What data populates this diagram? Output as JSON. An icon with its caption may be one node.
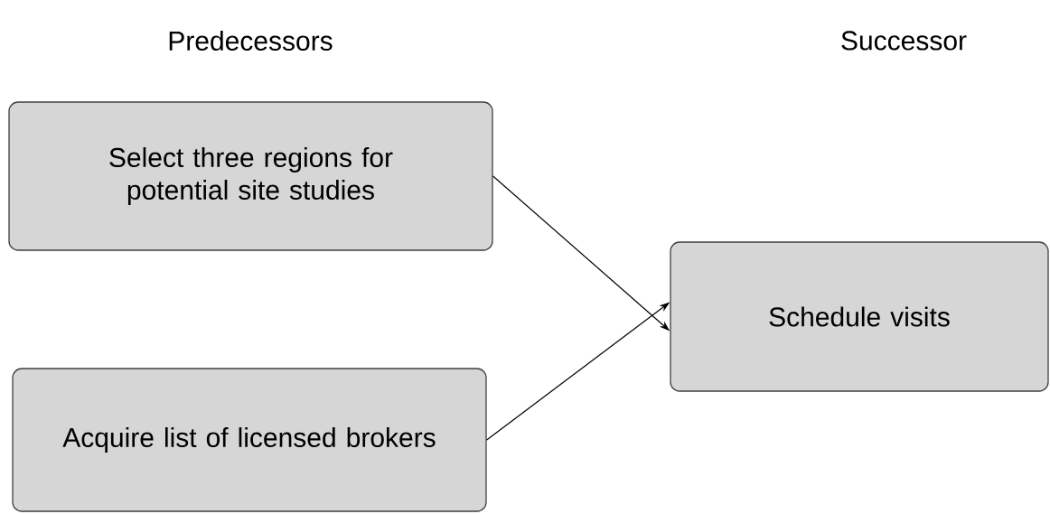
{
  "diagram": {
    "nodes": [
      {
        "text": [
          "Select three regions for potential site studies"
        ]
      },
      {
        "text": [
          "Acquire list of licensed brokers"
        ]
      },
      {
        "text": [
          "Schedule visits"
        ]
      }
    ],
    "edges": [
      {
        "from": 0,
        "to": 2,
        "arrow": "to"
      },
      {
        "from": 1,
        "to": 2,
        "arrow": "to"
      }
    ],
    "labels": [
      "Predecessors",
      "Successor"
    ]
  }
}
